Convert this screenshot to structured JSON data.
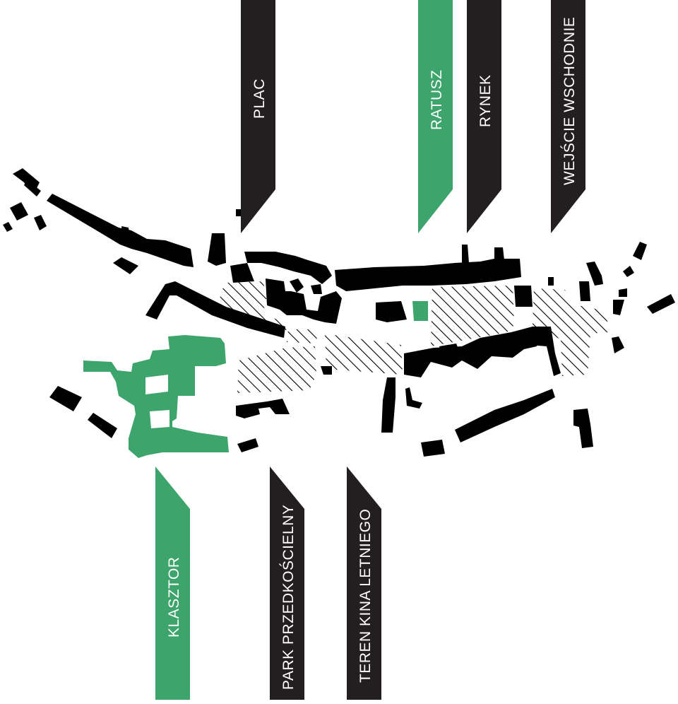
{
  "colors": {
    "building": "#000000",
    "highlight": "#3da56b",
    "label_dark": "#231f20",
    "hatch": "#000000",
    "background": "#ffffff"
  },
  "labels": {
    "top": [
      {
        "id": "plac",
        "text": "PLAC",
        "highlight": false
      },
      {
        "id": "ratusz",
        "text": "RATUSZ",
        "highlight": true
      },
      {
        "id": "rynek",
        "text": "RYNEK",
        "highlight": false
      },
      {
        "id": "wejscie",
        "text": "WEJŚCIE WSCHODNIE",
        "highlight": false
      }
    ],
    "bottom": [
      {
        "id": "klasztor",
        "text": "KLASZTOR",
        "highlight": true
      },
      {
        "id": "park",
        "text": "PARK PRZEDKOŚCIELNY",
        "highlight": false
      },
      {
        "id": "teren",
        "text": "TEREN KINA LETNIEGO",
        "highlight": false
      }
    ]
  }
}
